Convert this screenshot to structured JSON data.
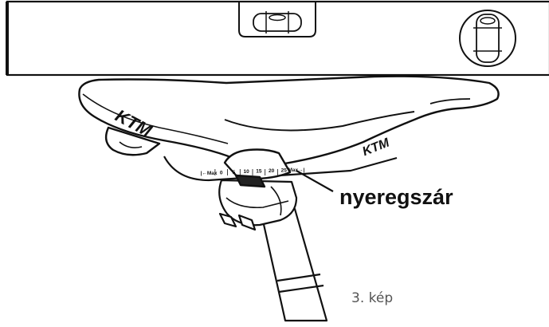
{
  "figure": {
    "callout_label": "nyeregszár",
    "caption": "3. kép",
    "brand_text": "KTM",
    "scale": {
      "labels": [
        "|←Max",
        "0",
        "5",
        "10",
        "15",
        "20",
        "25",
        "Max→|"
      ]
    },
    "colors": {
      "line": "#111111",
      "background": "#ffffff",
      "caption": "#555555"
    }
  }
}
